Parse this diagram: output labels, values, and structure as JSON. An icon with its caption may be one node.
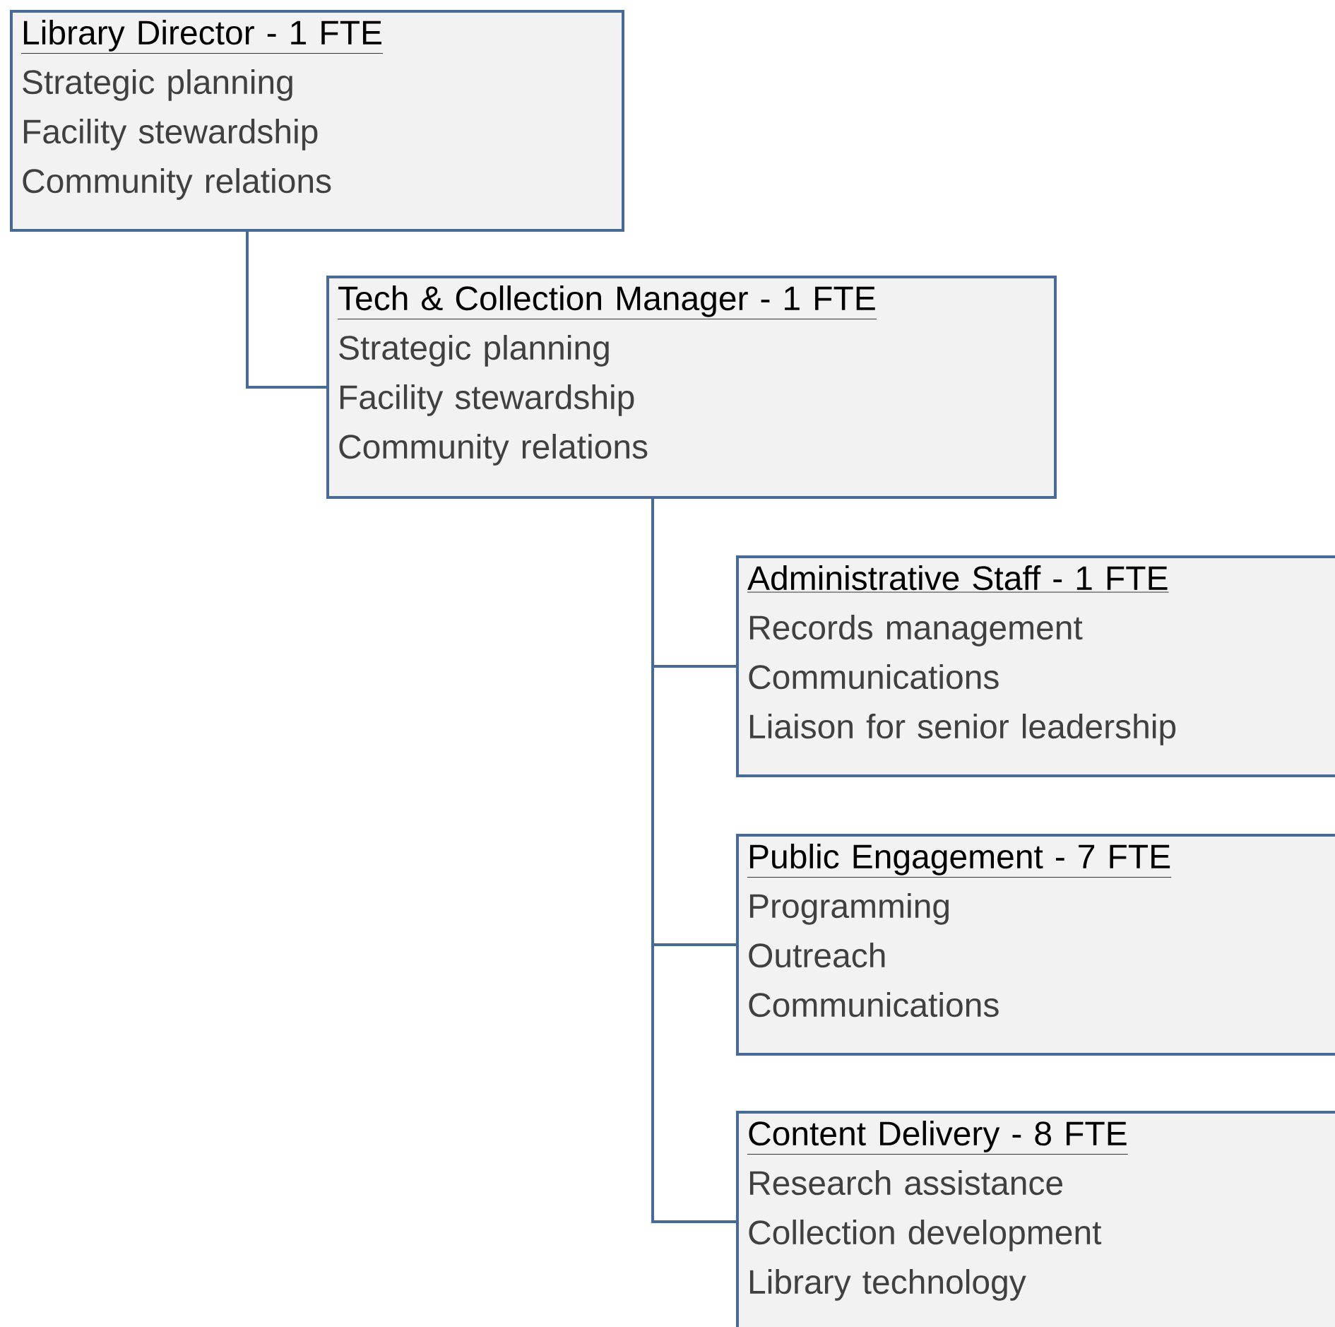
{
  "diagram": {
    "nodes": [
      {
        "text": [
          "Library Director - 1 FTE",
          "Strategic planning",
          "Facility stewardship",
          "Community relations"
        ]
      },
      {
        "text": [
          "Tech & Collection Manager - 1 FTE",
          "Strategic planning",
          "Facility stewardship",
          "Community relations"
        ]
      },
      {
        "text": [
          "Administrative Staff - 1 FTE",
          "Records management",
          "Communications",
          "Liaison for senior leadership"
        ]
      },
      {
        "text": [
          "Public Engagement - 7 FTE",
          "Programming",
          "Outreach",
          "Communications"
        ]
      },
      {
        "text": [
          "Content Delivery - 8 FTE",
          "Research assistance",
          "Collection development",
          "Library technology"
        ]
      }
    ],
    "edges": [
      {
        "from": 0,
        "to": 1,
        "arrow": "none"
      },
      {
        "from": 1,
        "to": 2,
        "arrow": "none"
      },
      {
        "from": 1,
        "to": 3,
        "arrow": "none"
      },
      {
        "from": 1,
        "to": 4,
        "arrow": "none"
      }
    ]
  }
}
